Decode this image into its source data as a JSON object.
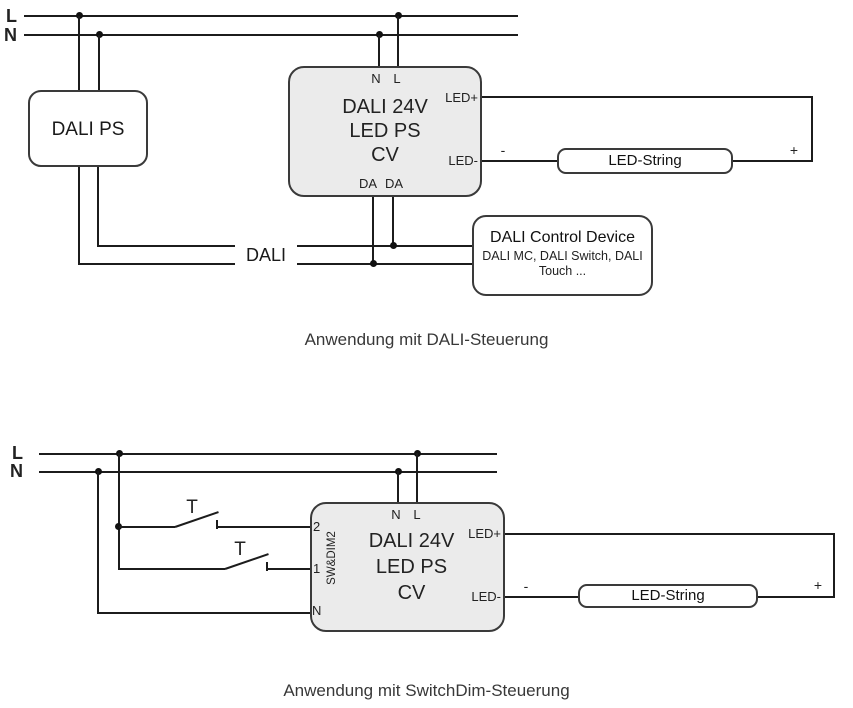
{
  "diagram1": {
    "caption": "Anwendung mit DALI-Steuerung",
    "l_label": "L",
    "n_label": "N",
    "dali_ps_label": "DALI PS",
    "bus_label": "DALI",
    "driver": {
      "terminal_n": "N",
      "terminal_l": "L",
      "title_lines": [
        "DALI 24V",
        "LED PS",
        "CV"
      ],
      "terminal_da1": "DA",
      "terminal_da2": "DA",
      "out_plus": "LED+",
      "out_minus": "LED-"
    },
    "output": {
      "minus": "-",
      "plus": "+",
      "led_string": "LED-String"
    },
    "control_device": {
      "title": "DALI Control Device",
      "subtitle1": "DALI MC, DALI Switch, DALI",
      "subtitle2": "Touch ..."
    }
  },
  "diagram2": {
    "caption": "Anwendung mit SwitchDim-Steuerung",
    "l_label": "L",
    "n_label": "N",
    "switch1_label": "T",
    "switch2_label": "T",
    "driver": {
      "terminal_2": "2",
      "terminal_1": "1",
      "terminal_n_left": "N",
      "left_port_label": "SW&DIM2",
      "terminal_n": "N",
      "terminal_l": "L",
      "title_lines": [
        "DALI 24V",
        "LED PS",
        "CV"
      ],
      "out_plus": "LED+",
      "out_minus": "LED-"
    },
    "output": {
      "minus": "-",
      "plus": "+",
      "led_string": "LED-String"
    }
  },
  "colors": {
    "wire": "#1c1c1c",
    "driver_fill": "#ebebeb",
    "caption_text": "#383838"
  }
}
